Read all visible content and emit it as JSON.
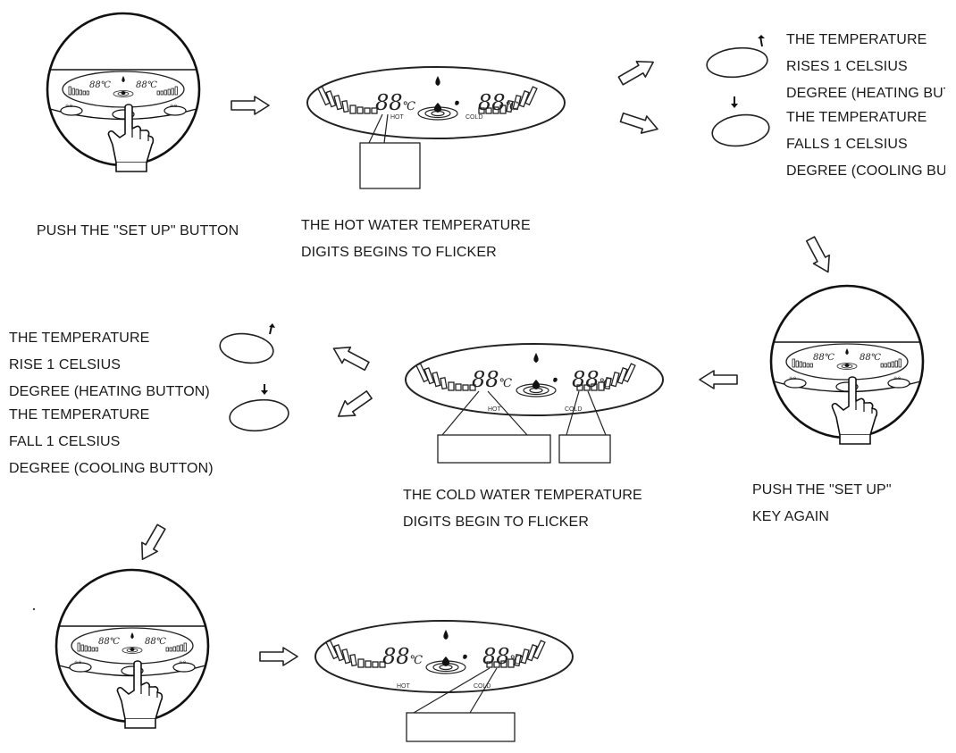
{
  "display": {
    "temp_digits": "88",
    "unit": "℃",
    "hot_label": "HOT",
    "cold_label": "COLD"
  },
  "step1": {
    "caption": "PUSH THE \"SET UP\" BUTTON"
  },
  "step2": {
    "caption_lines": [
      "THE HOT WATER TEMPERATURE",
      "DIGITS BEGINS TO FLICKER"
    ]
  },
  "step3": {
    "rise_lines": [
      "THE TEMPERATURE",
      "RISES 1 CELSIUS",
      "DEGREE (HEATING BUTTON)"
    ],
    "fall_lines": [
      "THE TEMPERATURE",
      "FALLS 1 CELSIUS",
      "DEGREE (COOLING BUTTON)"
    ]
  },
  "step4": {
    "caption_lines": [
      "PUSH THE \"SET UP\"",
      "KEY AGAIN"
    ]
  },
  "step5": {
    "caption_lines": [
      "THE COLD WATER TEMPERATURE",
      "DIGITS BEGIN TO FLICKER"
    ]
  },
  "step6": {
    "rise_lines": [
      "THE TEMPERATURE",
      "RISE 1 CELSIUS",
      "DEGREE (HEATING BUTTON)"
    ],
    "fall_lines": [
      "THE TEMPERATURE",
      "FALL 1 CELSIUS",
      "DEGREE (COOLING BUTTON)"
    ]
  }
}
